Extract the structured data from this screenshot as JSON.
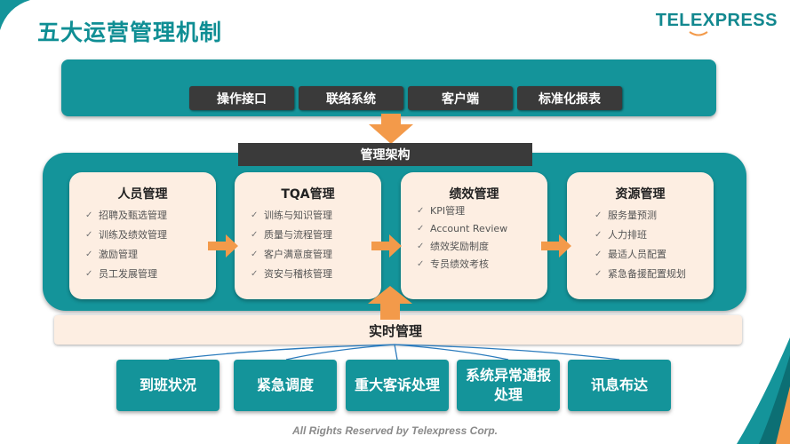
{
  "page_title": "五大运营管理机制",
  "logo_text": "TELEXPRESS",
  "top_buttons": [
    "操作接口",
    "联络系统",
    "客户端",
    "标准化报表"
  ],
  "architecture_label": "管理架构",
  "cards": [
    {
      "title": "人员管理",
      "items": [
        "招聘及甄选管理",
        "训练及绩效管理",
        "激励管理",
        "员工发展管理"
      ]
    },
    {
      "title": "TQA管理",
      "items": [
        "训练与知识管理",
        "质量与流程管理",
        "客户满意度管理",
        "资安与稽核管理"
      ]
    },
    {
      "title": "绩效管理",
      "items": [
        "KPI管理",
        "Account Review",
        "绩效奖励制度",
        "专员绩效考核"
      ]
    },
    {
      "title": "资源管理",
      "items": [
        "服务量预测",
        "人力排班",
        "最适人员配置",
        "紧急备援配置规划"
      ]
    }
  ],
  "realtime_label": "实时管理",
  "bottom_boxes": [
    "到班状况",
    "紧急调度",
    "重大客诉处理",
    "系统异常通报处理",
    "讯息布达"
  ],
  "footer": "All Rights Reserved by Telexpress Corp.",
  "colors": {
    "teal": "#14949a",
    "dark": "#3a3a3a",
    "cream": "#fdeee2",
    "orange": "#f39a4a"
  }
}
